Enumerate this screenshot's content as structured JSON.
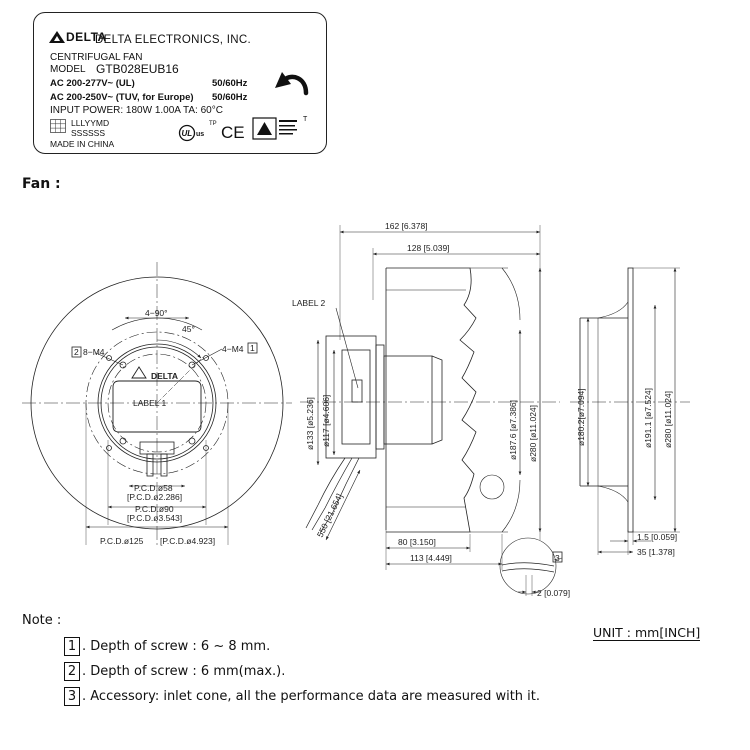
{
  "label": {
    "brand_mark": "DELTA",
    "company": "DELTA ELECTRONICS, INC.",
    "product_type": "CENTRIFUGAL FAN",
    "model_label": "MODEL",
    "model_value": "GTB028EUB16",
    "ac_ul": "AC 200-277V~ (UL)",
    "freq_ul": "50/60Hz",
    "ac_tuv": "AC 200-250V~ (TUV, for Europe)",
    "freq_tuv": "50/60Hz",
    "input_power": "INPUT POWER: 180W   1.00A   TA: 60°C",
    "date_code": "LLLYYMD",
    "serial_code": "SSSSSS",
    "origin": "MADE IN CHINA",
    "cert_ce": "CE",
    "cert_ul_sub": "us",
    "cert_tp": "TP",
    "cert_t": "T"
  },
  "drawing": {
    "section_title": "Fan :",
    "front": {
      "angle_4x90": "4−90°",
      "angle_45": "45°",
      "screw_8m4": "8−M4",
      "screw_4m4": "4−M4",
      "screw_8m4_ref": "2",
      "screw_4m4_ref": "1",
      "label1": "LABEL 1",
      "logo": "DELTA",
      "pcd58": "P.C.D.ø58",
      "pcd58_in": "[P.C.D.ø2.286]",
      "pcd90": "P.C.D.ø90",
      "pcd90_in": "[P.C.D.ø3.543]",
      "pcd125": "P.C.D.ø125",
      "pcd125_in": "[P.C.D.ø4.923]"
    },
    "side": {
      "label2": "LABEL 2",
      "dim_162": "162 [6.378]",
      "dim_128": "128 [5.039]",
      "dim_133": "ø133 [ø5.236]",
      "dim_117": "ø117 [ø4.606]",
      "dim_187": "ø187.6 [ø7.386]",
      "dim_280": "ø280 [ø11.024]",
      "dim_550": "550 [21.654]",
      "dim_80": "80 [3.150]",
      "dim_113": "113 [4.449]",
      "detail_ref": "3",
      "dim_2": "2 [0.079]"
    },
    "right": {
      "dim_180": "ø180.2[ø7.094]",
      "dim_191": "ø191.1 [ø7.524]",
      "dim_280": "ø280 [ø11.024]",
      "dim_15": "1.5 [0.059]",
      "dim_35": "35 [1.378]"
    }
  },
  "notes": {
    "title": "Note :",
    "unit": "UNIT : mm[INCH]",
    "items": [
      {
        "num": "1",
        "text": ". Depth of screw : 6 ~ 8 mm."
      },
      {
        "num": "2",
        "text": ". Depth of screw : 6 mm(max.)."
      },
      {
        "num": "3",
        "text": ". Accessory: inlet cone, all the performance data are measured with it."
      }
    ]
  }
}
